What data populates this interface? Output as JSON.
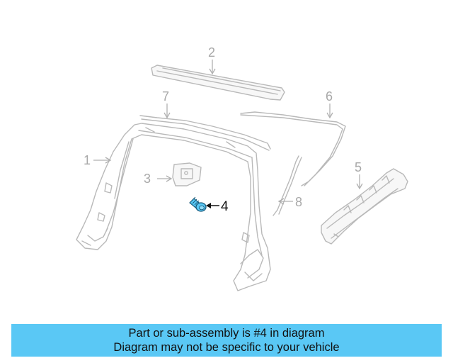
{
  "diagram": {
    "callouts": {
      "c1": "1",
      "c2": "2",
      "c3": "3",
      "c4": "4",
      "c5": "5",
      "c6": "6",
      "c7": "7",
      "c8": "8"
    },
    "highlight_color": "#5ac8f5",
    "selected_part": "4"
  },
  "banner": {
    "line1": "Part or sub-assembly is #4 in diagram",
    "line2": "Diagram may not be specific to your vehicle",
    "background": "#5ac8f5"
  }
}
